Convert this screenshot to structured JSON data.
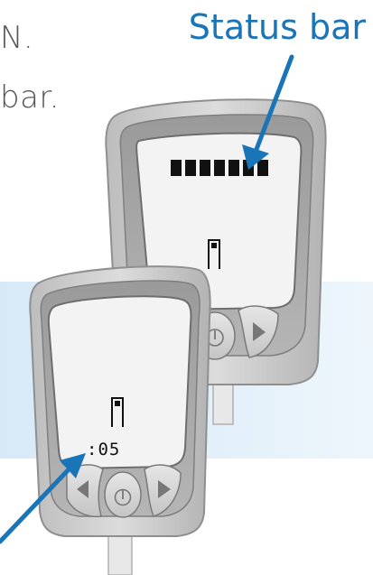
{
  "instructions": {
    "line1_fragment": "N.",
    "line2_fragment": "bar."
  },
  "callout": {
    "label": "Status bar"
  },
  "back_meter": {
    "status_bar_segments": 7
  },
  "front_meter": {
    "timer_readout": ":05"
  },
  "colors": {
    "arrow": "#1a74b8",
    "band": "#dbeaf7",
    "meter_body": "#c9c9c9",
    "meter_face": "#a9a9a9",
    "lcd": "#f2f2f2"
  },
  "icons": [
    "test-strip-icon",
    "left-arrow-icon",
    "power-icon",
    "right-arrow-icon"
  ]
}
